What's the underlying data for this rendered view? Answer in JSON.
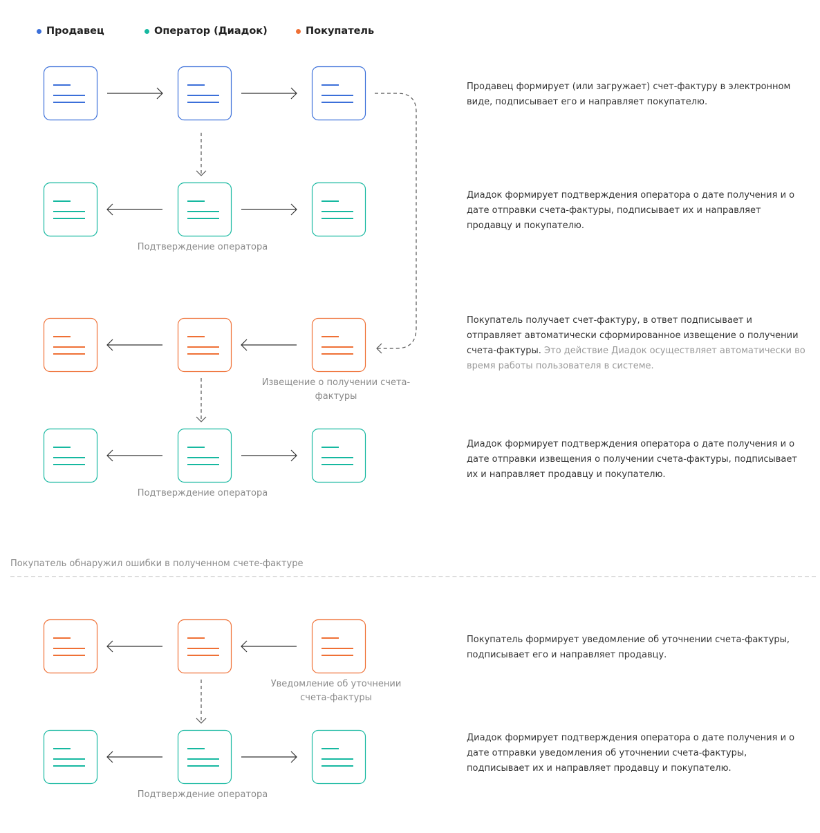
{
  "legend": {
    "seller": "Продавец",
    "operator": "Оператор (Диадок)",
    "buyer": "Покупатель"
  },
  "colors": {
    "seller": "#3b6fd9",
    "operator": "#16b8a0",
    "buyer": "#ef7035",
    "arrow": "#333333",
    "dashed": "#555555",
    "caption": "#8a8a8a",
    "separator": "#dddddd"
  },
  "rows": [
    {
      "role": "seller",
      "arrows": [
        "right",
        "right"
      ],
      "description": "Продавец формирует (или загружает) счет-фактуру в электронном виде, подписывает его и направляет покупателю."
    },
    {
      "role": "operator",
      "arrows": [
        "left",
        "right"
      ],
      "caption": "Подтверждение оператора",
      "description": "Диадок формирует подтверждения оператора о дате получения и о дате отправки счета-фактуры, подписывает их и направляет продавцу и покупателю."
    },
    {
      "role": "buyer",
      "arrows": [
        "left",
        "left"
      ],
      "caption": "Извещение о получении счета-фактуры",
      "description": "Покупатель получает счет-фактуру, в ответ подписывает и отправляет автоматически сформированное извещение о получении счета-фактуры.",
      "description_note": "Это действие Диадок осуществляет автоматически во время работы пользователя в системе."
    },
    {
      "role": "operator",
      "arrows": [
        "left",
        "right"
      ],
      "caption": "Подтверждение оператора",
      "description": "Диадок формирует подтверждения оператора о дате получения и о дате отправки извещения о получении счета-фактуры, подписывает их и направляет продавцу и покупателю."
    },
    {
      "role": "buyer",
      "arrows": [
        "left",
        "left"
      ],
      "caption": "Уведомление об уточнении счета-фактуры",
      "description": "Покупатель формирует уведомление об уточнении счета-фактуры, подписывает его и направляет продавцу."
    },
    {
      "role": "operator",
      "arrows": [
        "left",
        "right"
      ],
      "caption": "Подтверждение оператора",
      "description": "Диадок формирует подтверждения оператора о дате получения и о дате отправки уведомления об уточнении счета-фактуры, подписывает их и направляет продавцу и покупателю."
    }
  ],
  "separator": {
    "label": "Покупатель обнаружил ошибки в полученном счете-фактуре"
  },
  "icons": {
    "document": "document-icon",
    "arrow": "arrow-icon"
  }
}
